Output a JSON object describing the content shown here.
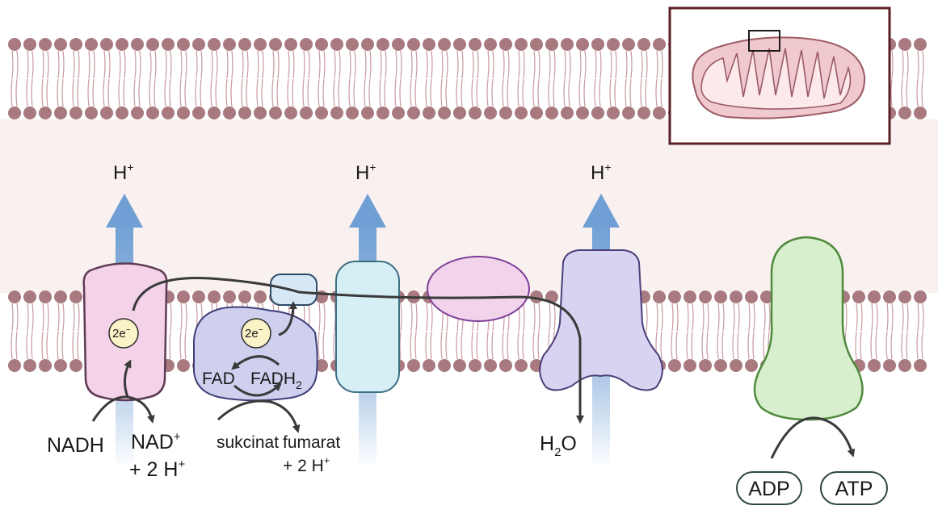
{
  "labels": {
    "h_plus_1": "H",
    "h_plus_2": "H",
    "h_plus_3": "H",
    "plus_sup": "+",
    "electrons_1": "2e",
    "electrons_2": "2e",
    "minus_sup": "−",
    "nadh": "NADH",
    "nad": "NAD",
    "nad_sup": "+",
    "nad_protons": "+ 2 H",
    "nad_protons_sup": "+",
    "fad": "FAD",
    "fadh": "FADH",
    "fadh_sub": "2",
    "succinate": "sukcinat",
    "fumarate": "fumarat",
    "fumarate_protons": "+ 2 H",
    "fumarate_protons_sup": "+",
    "water": "H",
    "water_sub": "2",
    "water_o": "O",
    "adp": "ADP",
    "atp": "ATP"
  },
  "colors": {
    "membrane_bg": "#f8f1ef",
    "lipid_head": "#a87a7f",
    "lipid_tail": "#c89aa0",
    "arrow_blue": "#6f9fd4",
    "complex_1": "#f4d3e8",
    "complex_2": "#cfd0ee",
    "ubiquinone": "#d6e8f5",
    "complex_3": "#d5eff5",
    "cytochrome_c": "#f1d3ec",
    "complex_4": "#d8d3f0",
    "atp_synthase": "#d7efcd",
    "electron_badge": "#fbf3c8",
    "inset_border": "#5a1f26",
    "mito_fill": "#f0c9cf",
    "mito_stroke": "#9b5a63"
  }
}
